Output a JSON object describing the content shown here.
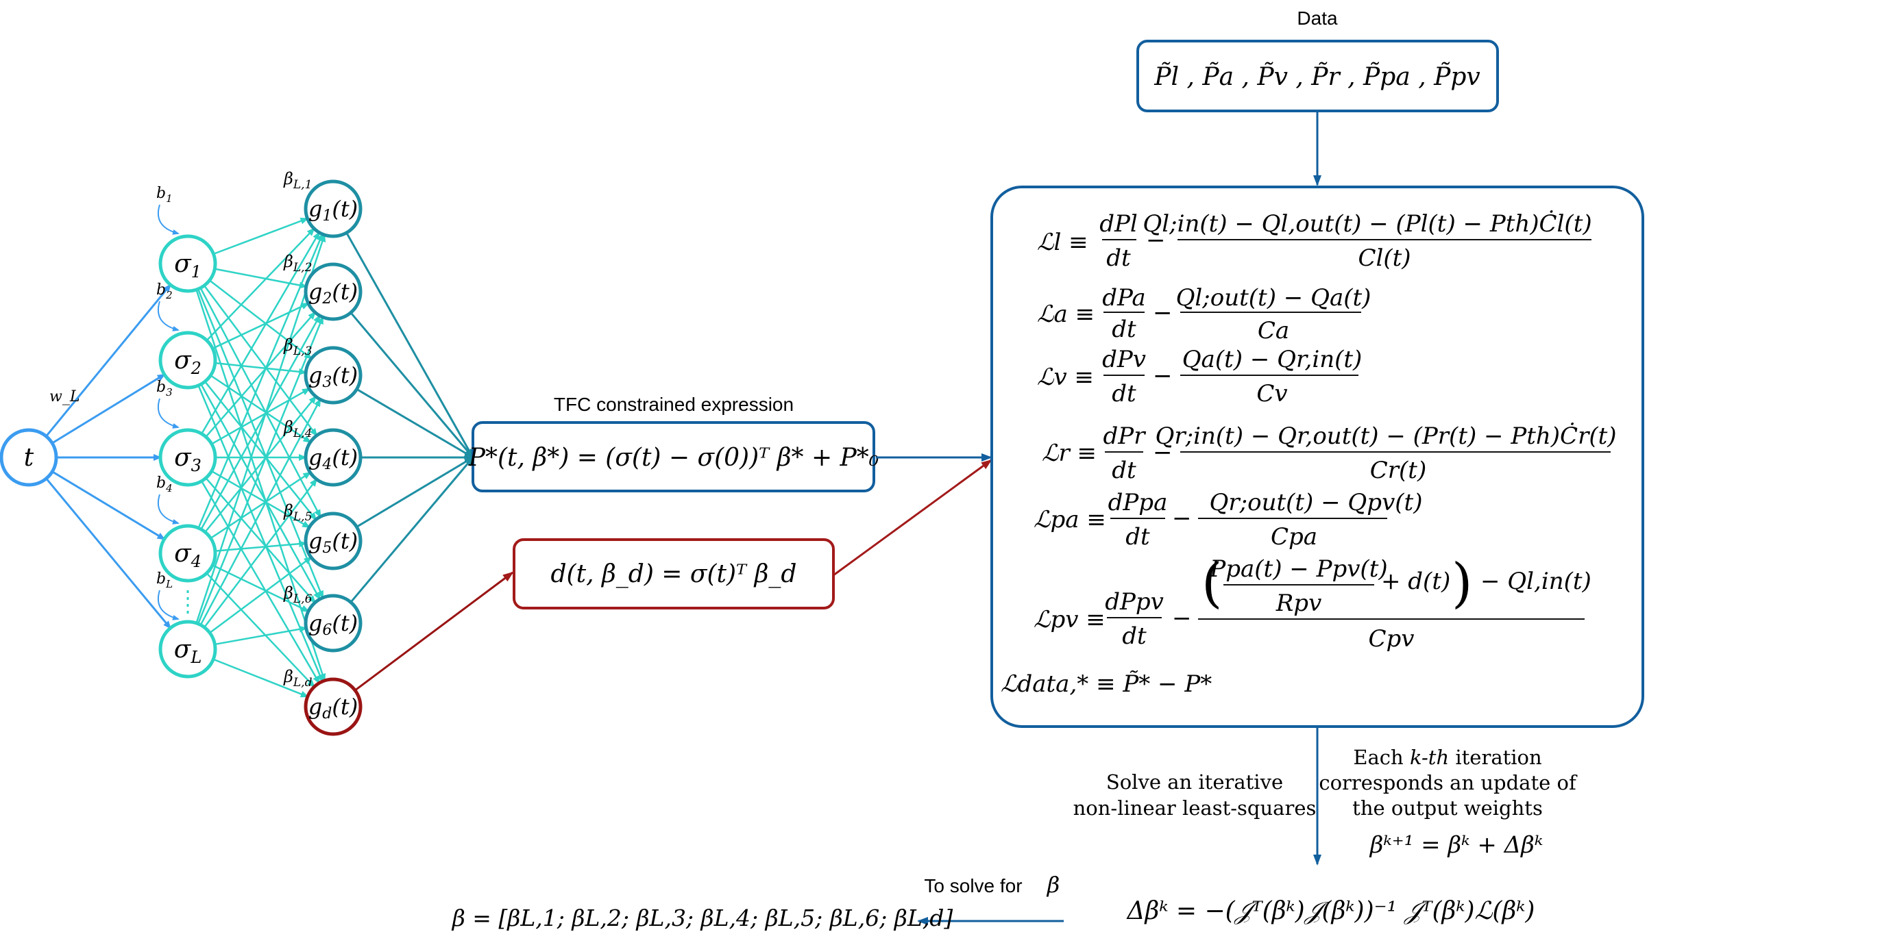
{
  "network": {
    "input_label": "t",
    "weight_label": "w_L",
    "hidden": [
      {
        "label": "σ",
        "sub": "1",
        "bias": "b",
        "bias_sub": "1"
      },
      {
        "label": "σ",
        "sub": "2",
        "bias": "b",
        "bias_sub": "2"
      },
      {
        "label": "σ",
        "sub": "3",
        "bias": "b",
        "bias_sub": "3"
      },
      {
        "label": "σ",
        "sub": "4",
        "bias": "b",
        "bias_sub": "4"
      },
      {
        "label": "σ",
        "sub": "L",
        "bias": "b",
        "bias_sub": "L"
      }
    ],
    "outputs": [
      {
        "label": "g",
        "sub": "1",
        "arg": "(t)",
        "beta": "β",
        "beta_sub": "L,1"
      },
      {
        "label": "g",
        "sub": "2",
        "arg": "(t)",
        "beta": "β",
        "beta_sub": "L,2"
      },
      {
        "label": "g",
        "sub": "3",
        "arg": "(t)",
        "beta": "β",
        "beta_sub": "L,3"
      },
      {
        "label": "g",
        "sub": "4",
        "arg": "(t)",
        "beta": "β",
        "beta_sub": "L,4"
      },
      {
        "label": "g",
        "sub": "5",
        "arg": "(t)",
        "beta": "β",
        "beta_sub": "L,5"
      },
      {
        "label": "g",
        "sub": "6",
        "arg": "(t)",
        "beta": "β",
        "beta_sub": "L,6"
      },
      {
        "label": "g",
        "sub": "d",
        "arg": "(t)",
        "beta": "β",
        "beta_sub": "L,d",
        "highlight": true
      }
    ]
  },
  "tfc": {
    "caption": "TFC constrained expression",
    "expression": "P*(t, β*) = (σ(t) − σ(0))ᵀ β* + P*₀"
  },
  "d_expression": "d(t, β_d) = σ(t)ᵀ β_d",
  "data": {
    "caption": "Data",
    "values": "P̃l , P̃a , P̃v , P̃r , P̃pa , P̃pv"
  },
  "losses": {
    "l": {
      "lhs": "ℒl ≡",
      "deriv_num": "dPl",
      "deriv_den": "dt",
      "num": "Ql;in(t) − Ql,out(t) − (Pl(t) − Pth)Ċl(t)",
      "den": "Cl(t)"
    },
    "a": {
      "lhs": "ℒa ≡",
      "deriv_num": "dPa",
      "deriv_den": "dt",
      "num": "Ql;out(t) − Qa(t)",
      "den": "Ca"
    },
    "v": {
      "lhs": "ℒv ≡",
      "deriv_num": "dPv",
      "deriv_den": "dt",
      "num": "Qa(t) − Qr,in(t)",
      "den": "Cv"
    },
    "r": {
      "lhs": "ℒr ≡",
      "deriv_num": "dPr",
      "deriv_den": "dt",
      "num": "Qr;in(t) − Qr,out(t) − (Pr(t) − Pth)Ċr(t)",
      "den": "Cr(t)"
    },
    "pa": {
      "lhs": "ℒpa ≡",
      "deriv_num": "dPpa",
      "deriv_den": "dt",
      "num": "Qr;out(t) − Qpv(t)",
      "den": "Cpa"
    },
    "pv": {
      "lhs": "ℒpv ≡",
      "deriv_num": "dPpv",
      "deriv_den": "dt",
      "inner_num": "Ppa(t) − Ppv(t)",
      "inner_den": "Rpv",
      "inner_tail": "+ d(t)",
      "tail": "− Ql,in(t)",
      "den": "Cpv"
    },
    "data_loss": "ℒdata,* ≡ P̃* − P*"
  },
  "solver": {
    "solve_text_1": "Solve an iterative",
    "solve_text_2": "non-linear least-squares",
    "iter_text_1_pre": "Each ",
    "iter_text_1_k": "k-th",
    "iter_text_1_post": " iteration",
    "iter_text_2": "corresponds an update of",
    "iter_text_3": "the output weights",
    "update_eq": "βᵏ⁺¹ = βᵏ + Δβᵏ",
    "delta_eq": "Δβᵏ = −(𝒥ᵀ(βᵏ)𝒥(βᵏ))⁻¹ 𝒥ᵀ(βᵏ)ℒ(βᵏ)",
    "to_solve_label": "To solve for",
    "to_solve_symbol": "β",
    "beta_vector": "β = [βL,1; βL,2; βL,3; βL,4; βL,5; βL,6; βL,d]"
  },
  "colors": {
    "input": "#3b9cf0",
    "hidden": "#2ed3c6",
    "output": "#1e8fa3",
    "highlight": "#9a1414",
    "box_blue": "#125f9e",
    "box_red": "#a31a1a"
  }
}
